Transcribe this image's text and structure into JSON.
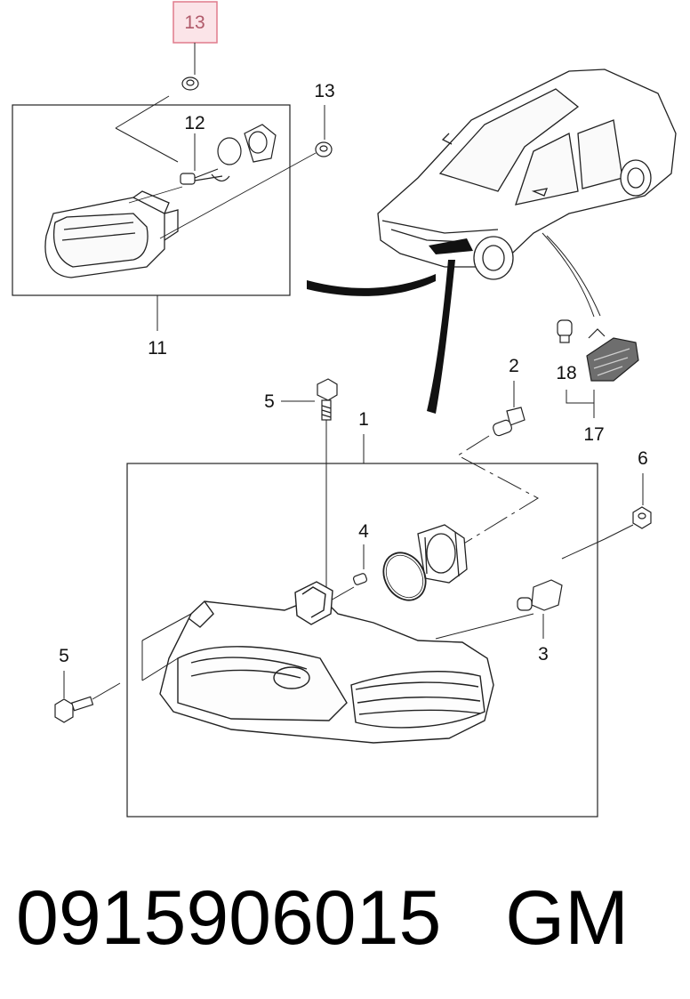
{
  "diagram": {
    "callouts": {
      "c13_highlight": "13",
      "c13": "13",
      "c12": "12",
      "c11": "11",
      "c5_top": "5",
      "c1": "1",
      "c2": "2",
      "c18": "18",
      "c17": "17",
      "c6": "6",
      "c4": "4",
      "c3": "3",
      "c5_bottom": "5"
    },
    "highlight_color": "#e07b8c",
    "highlight_fill": "#fbe4e8"
  },
  "footer": {
    "part_number": "0915906015",
    "manufacturer": "GM"
  }
}
